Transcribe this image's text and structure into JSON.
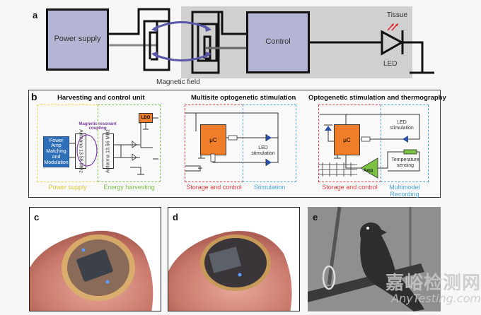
{
  "panel_a": {
    "label": "a",
    "power_supply": "Power supply",
    "control": "Control",
    "tissue": "Tissue",
    "led": "LED",
    "magnetic_field": "Magnetic field"
  },
  "panel_b": {
    "label": "b",
    "sections": [
      {
        "title": "Harvesting and control unit",
        "coupling_label": "Magnetic resonant coupling",
        "power_amp": "Power Amp Matching and Modulation",
        "antenna_tx": "Antenna 13.56 MHz",
        "antenna_rx": "Antenna 13.56 MHz",
        "ldo": "LDO",
        "captions": [
          "Power supply",
          "Energy harvesting"
        ]
      },
      {
        "title": "Multisite optogenetic stimulation",
        "uc": "μC",
        "led_stim": "LED stimulation",
        "captions": [
          "Storage and control",
          "Stimulation"
        ]
      },
      {
        "title": "Optogenetic stimulation and thermography",
        "uc": "μC",
        "led_stim": "LED stimulation",
        "temp": "Temperature sensing",
        "amp": "Amp",
        "captions": [
          "Storage and control",
          "Multimodel Recording"
        ]
      }
    ]
  },
  "panel_c": {
    "label": "c"
  },
  "panel_d": {
    "label": "d"
  },
  "panel_e": {
    "label": "e"
  },
  "watermark": {
    "cn": "嘉峪检测网",
    "en": "AnyTesting.com"
  },
  "colors": {
    "box_fill": "#b4b4d4",
    "tissue": "#d0d0d0",
    "field_arrow": "#5a56a8",
    "led_ray": "#e02020",
    "yellow": "#e6d84a",
    "green": "#7cbf4a",
    "red": "#e04040",
    "blue": "#4aa6d8",
    "orange": "#ef7d2a",
    "power_amp_blue": "#2f6fb7",
    "amp_green": "#7cc242"
  }
}
